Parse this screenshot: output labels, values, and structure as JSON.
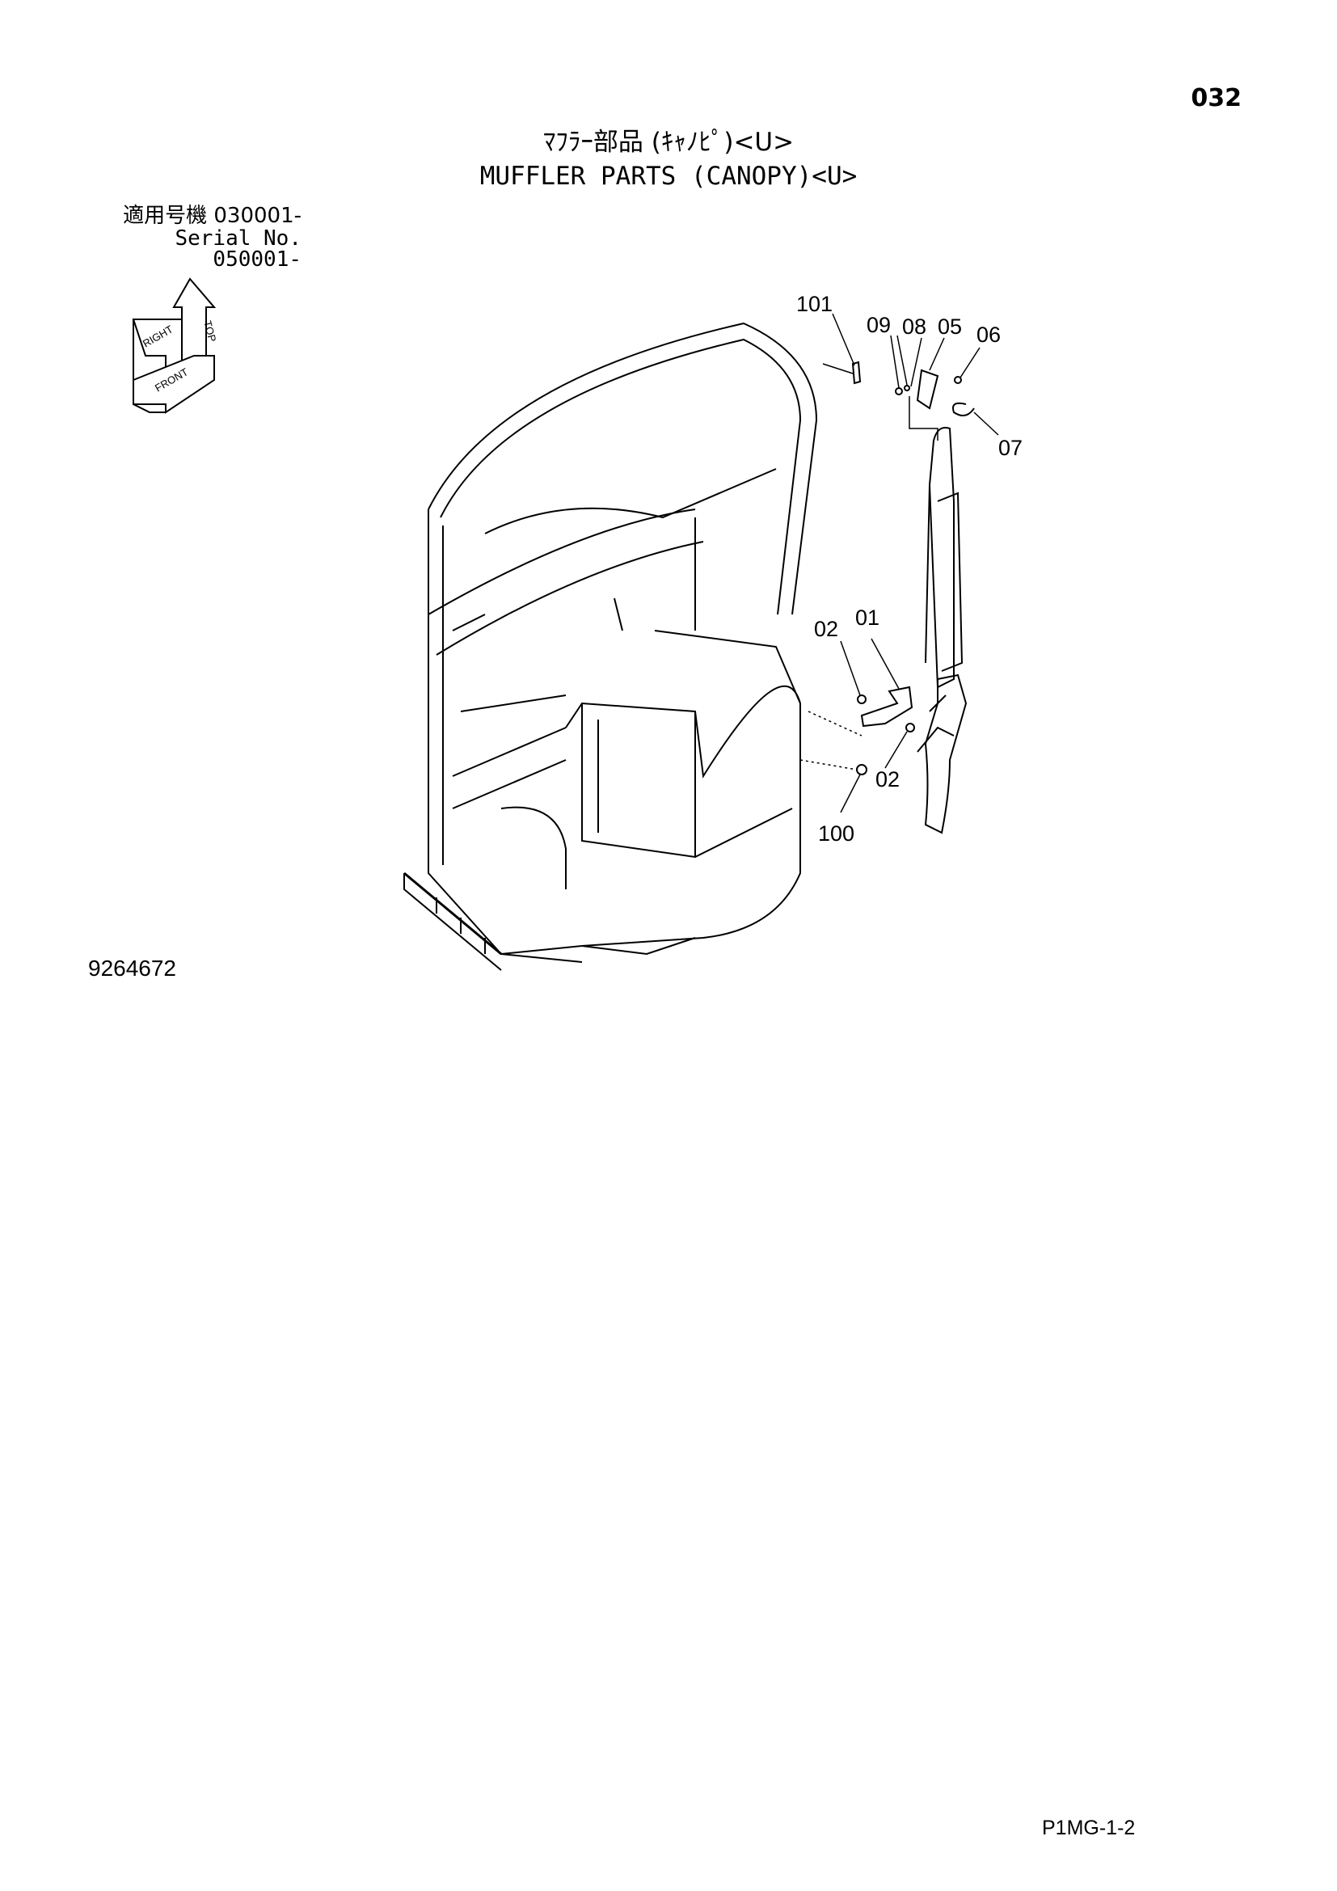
{
  "page_number": "032",
  "title_jp": "ﾏﾌﾗｰ部品 (ｷｬﾉﾋﾟ)<U>",
  "title_en": "MUFFLER PARTS (CANOPY)<U>",
  "serial_jp": "適用号機  030001-",
  "serial_en": "Serial No. 050001-",
  "orientation": {
    "top": "TOP",
    "right": "RIGHT",
    "front": "FRONT"
  },
  "callouts": [
    {
      "id": "101",
      "label": "101"
    },
    {
      "id": "09",
      "label": "09"
    },
    {
      "id": "08",
      "label": "08"
    },
    {
      "id": "05",
      "label": "05"
    },
    {
      "id": "06",
      "label": "06"
    },
    {
      "id": "07",
      "label": "07"
    },
    {
      "id": "02a",
      "label": "02"
    },
    {
      "id": "01",
      "label": "01"
    },
    {
      "id": "02b",
      "label": "02"
    },
    {
      "id": "100",
      "label": "100"
    }
  ],
  "drawing_number": "9264672",
  "page_code": "P1MG-1-2"
}
